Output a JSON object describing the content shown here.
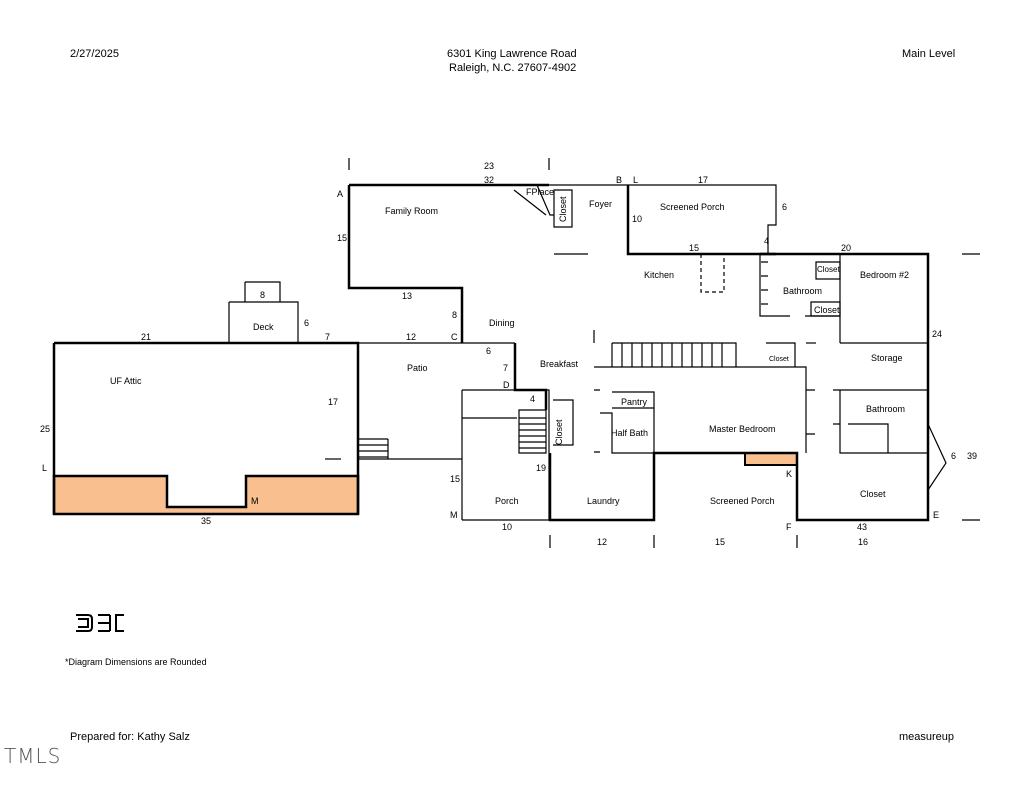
{
  "header": {
    "date": "2/27/2025",
    "address_line1": "6301 King Lawrence Road",
    "address_line2": "Raleigh, N.C. 27607-4902",
    "level": "Main Level"
  },
  "rooms": {
    "family_room": "Family Room",
    "fplace": "FPlace",
    "closet": "Closet",
    "foyer": "Foyer",
    "screened_porch": "Screened Porch",
    "kitchen": "Kitchen",
    "bathroom": "Bathroom",
    "bedroom2": "Bedroom #2",
    "dining": "Dining",
    "deck": "Deck",
    "uf_attic": "UF Attic",
    "patio": "Patio",
    "breakfast": "Breakfast",
    "storage": "Storage",
    "pantry": "Pantry",
    "half_bath": "Half Bath",
    "master_bedroom": "Master Bedroom",
    "porch": "Porch",
    "laundry": "Laundry"
  },
  "dimensions": {
    "d23": "23",
    "d32": "32",
    "d17": "17",
    "d6": "6",
    "d10": "10",
    "d15": "15",
    "d4": "4",
    "d20": "20",
    "d13": "13",
    "d8": "8",
    "d21": "21",
    "d7": "7",
    "d12": "12",
    "d24": "24",
    "d25": "25",
    "d19": "19",
    "d35": "35",
    "d39": "39",
    "d43": "43",
    "d16": "16"
  },
  "markers": {
    "A": "A",
    "B": "B",
    "C": "C",
    "D": "D",
    "E": "E",
    "F": "F",
    "K": "K",
    "L": "L",
    "M": "M"
  },
  "footer": {
    "note": "*Diagram Dimensions are Rounded",
    "prepared_for": "Prepared for: Kathy Salz",
    "brand": "measureup",
    "logo_text": "TMLS"
  },
  "colors": {
    "shaded_area": "#f9bf8f",
    "wall": "#000000"
  }
}
